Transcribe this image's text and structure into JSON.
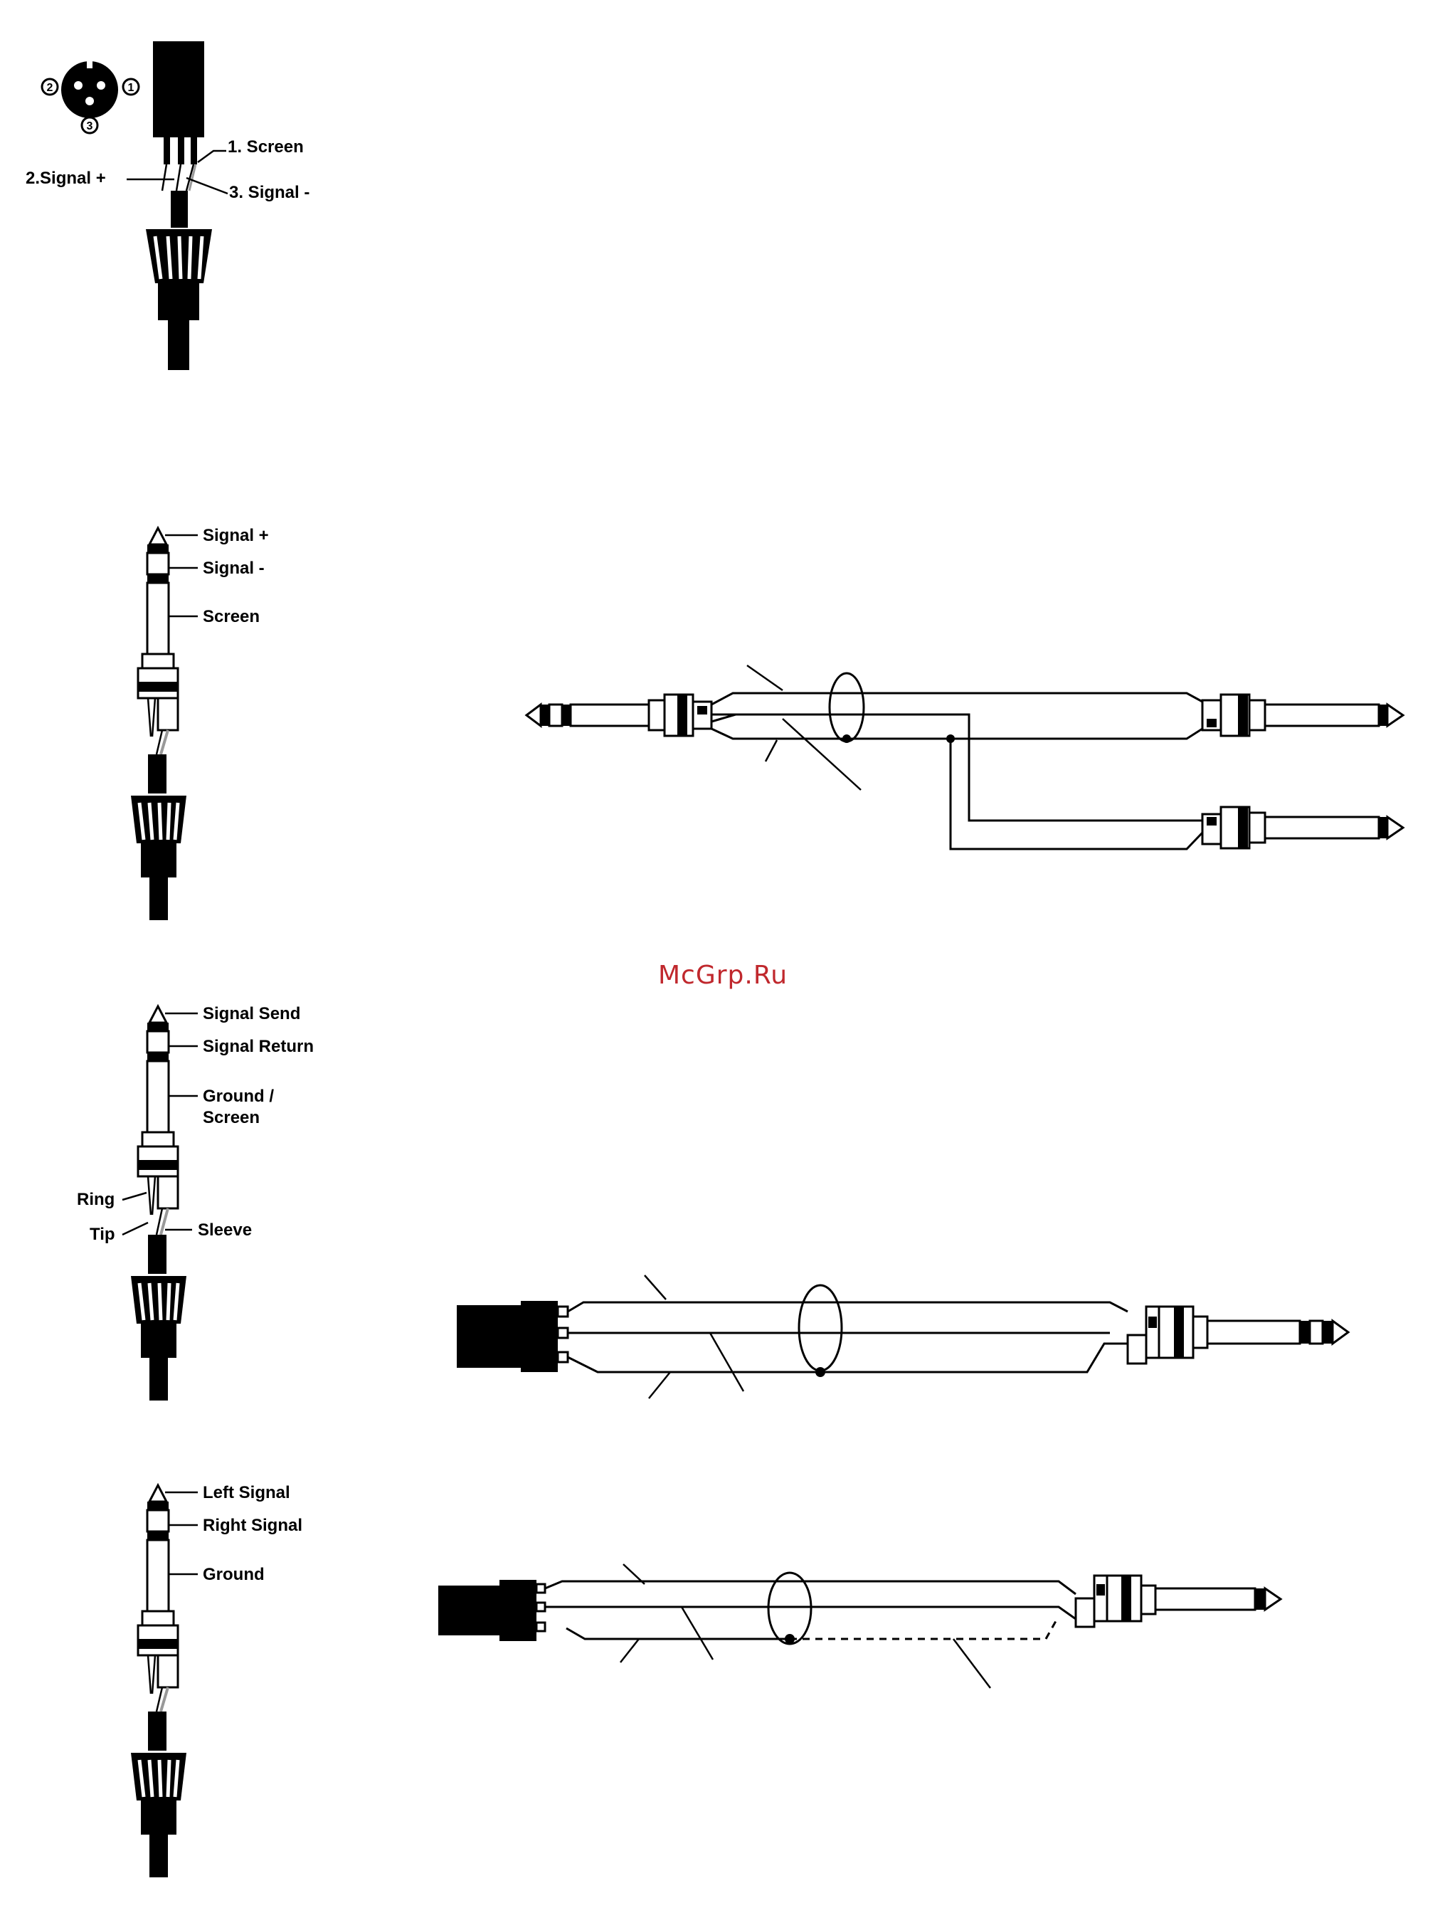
{
  "xlr_pinout": {
    "pin_numbers": [
      "1",
      "2",
      "3"
    ],
    "pin_1": "1. Screen",
    "pin_2": "2.Signal +",
    "pin_3": "3. Signal -"
  },
  "balanced_jack": {
    "tip": "Signal +",
    "ring": "Signal -",
    "sleeve": "Screen"
  },
  "insert_jack": {
    "tip": "Signal Send",
    "ring": "Signal Return",
    "sleeve_line1": "Ground /",
    "sleeve_line2": "Screen",
    "wire_ring": "Ring",
    "wire_tip": "Tip",
    "wire_sleeve": "Sleeve"
  },
  "stereo_jack": {
    "tip": "Left Signal",
    "ring": "Right Signal",
    "sleeve": "Ground"
  },
  "watermark": "McGrp.Ru"
}
